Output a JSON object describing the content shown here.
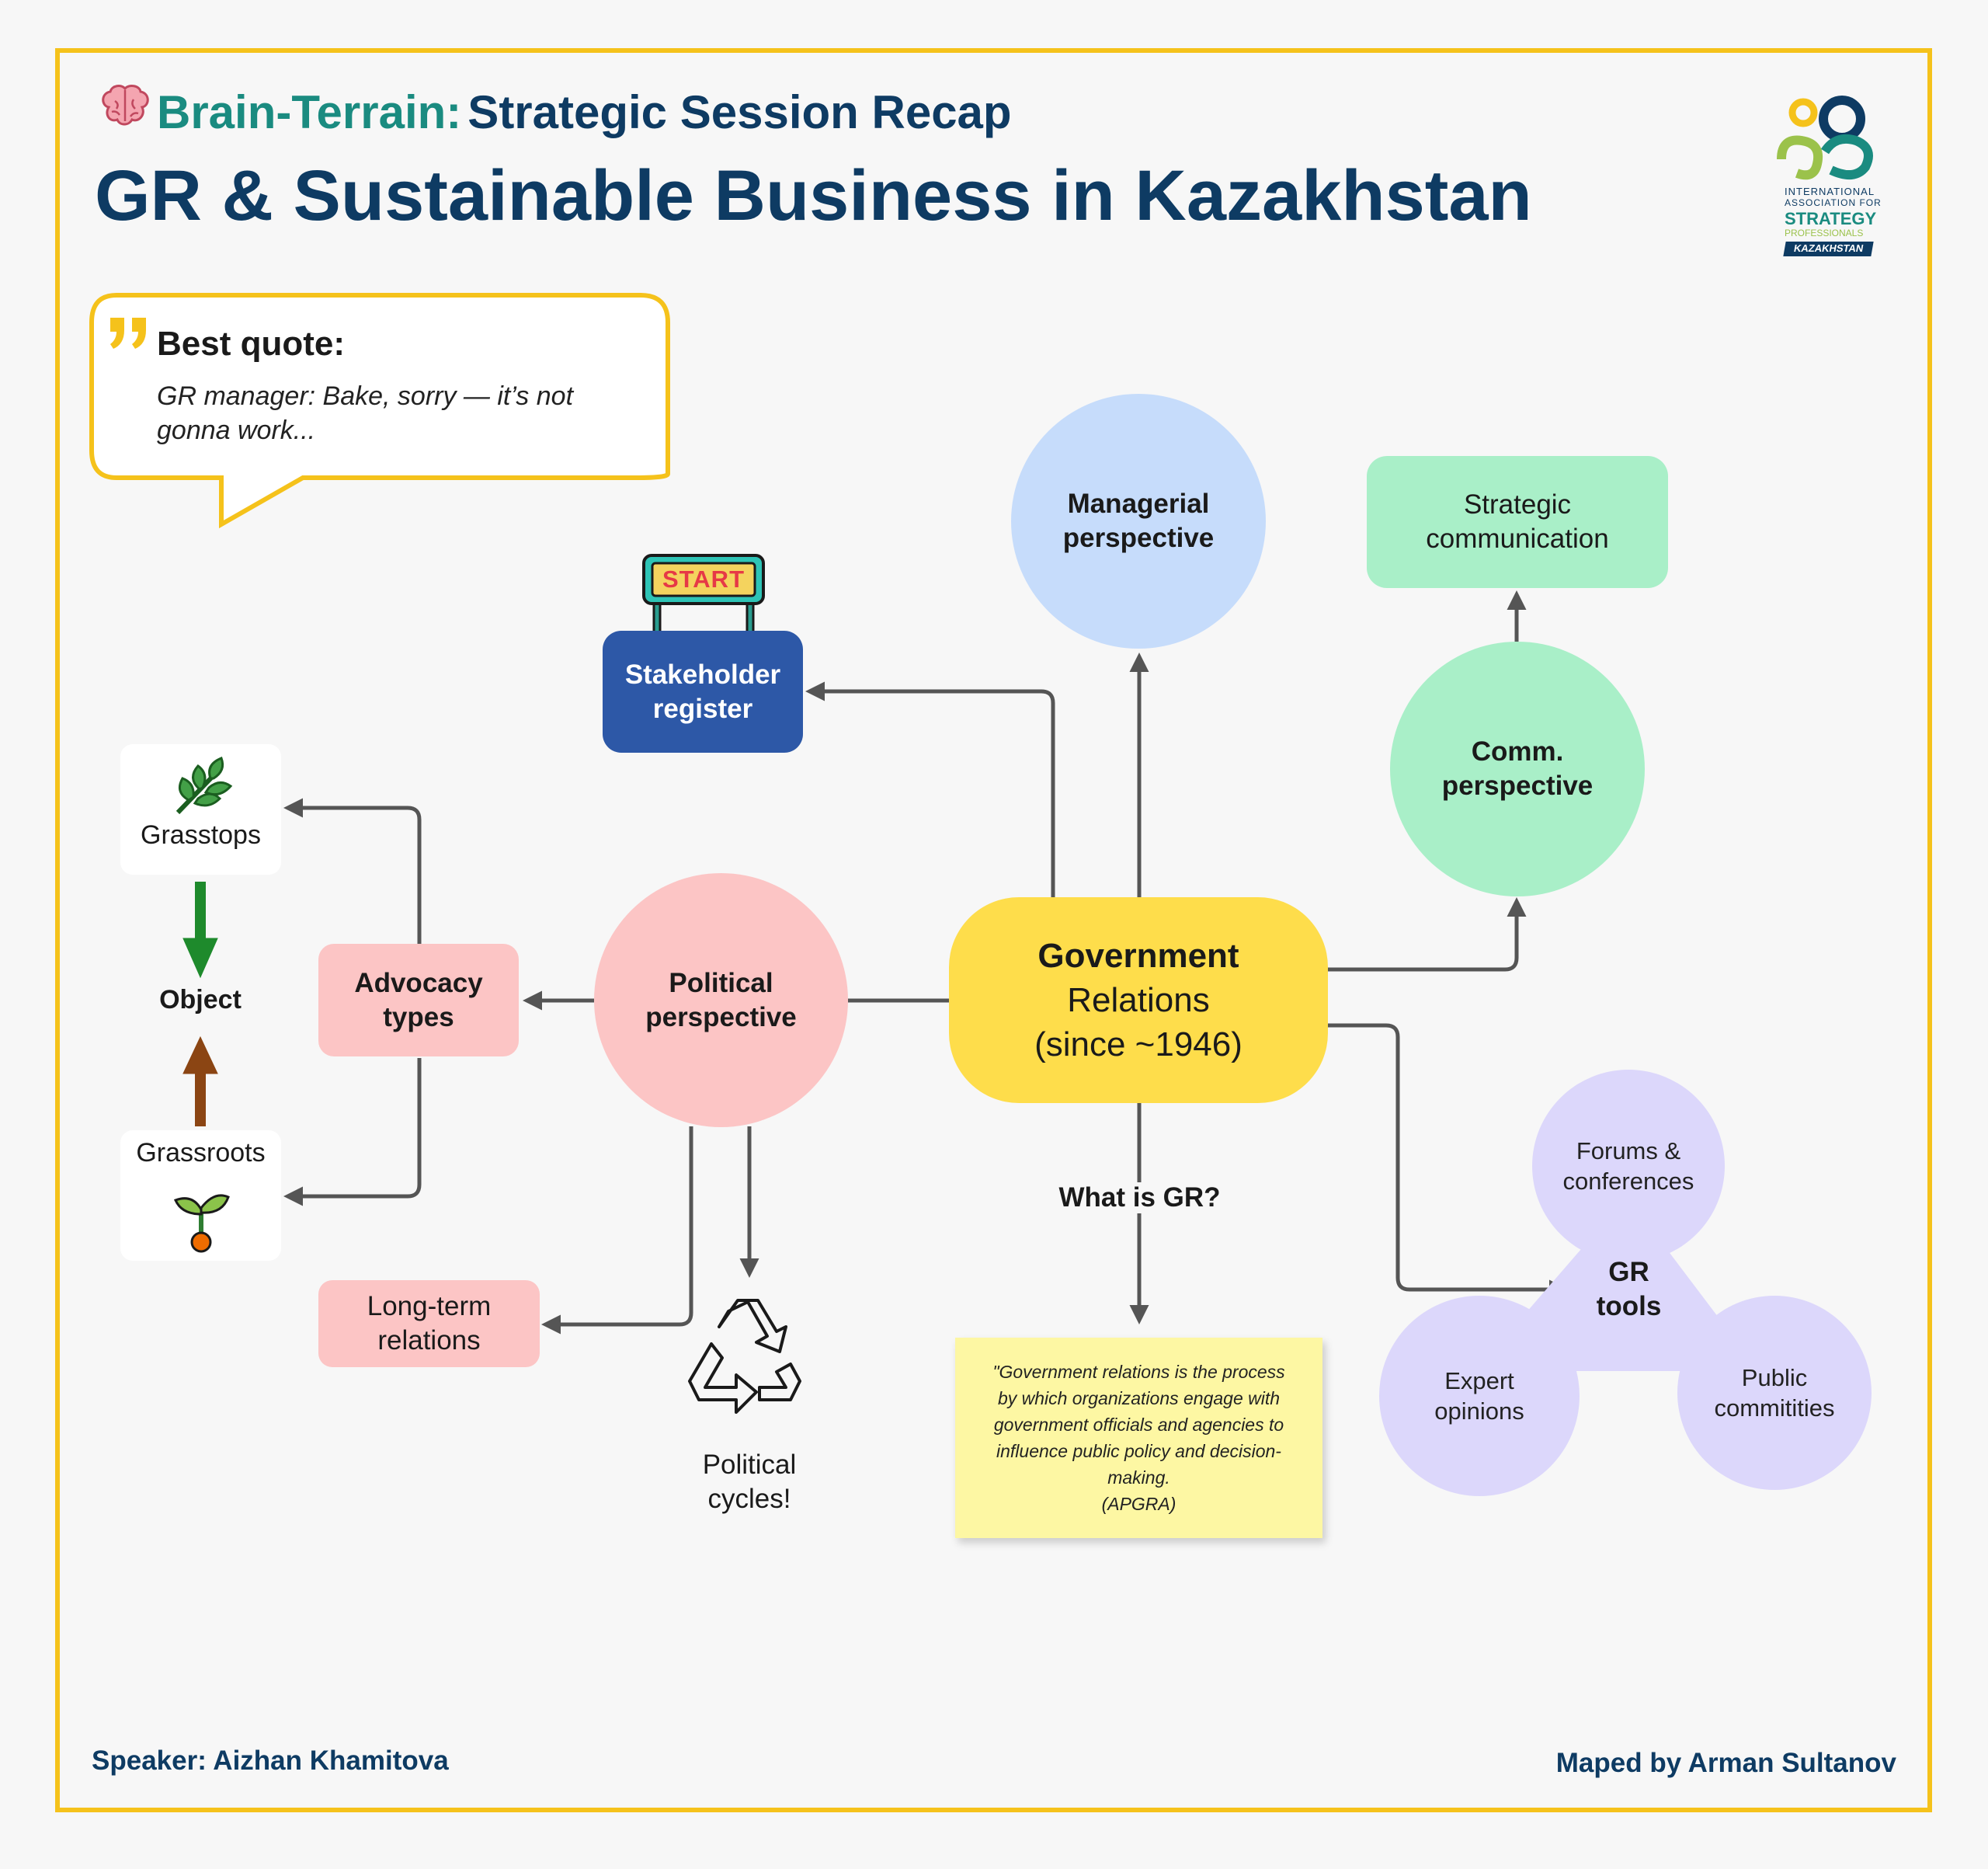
{
  "header": {
    "subtitle_prefix": "Brain-Terrain:",
    "subtitle_rest": "Strategic Session Recap",
    "title": "GR & Sustainable Business in Kazakhstan"
  },
  "logo": {
    "line1": "INTERNATIONAL",
    "line2": "ASSOCIATION FOR",
    "line3": "STRATEGY",
    "line4": "PROFESSIONALS",
    "line5": "KAZAKHSTAN"
  },
  "quote": {
    "heading": "Best quote:",
    "text_line1": "GR manager: Bake, sorry — it’s not",
    "text_line2": "gonna work..."
  },
  "center": {
    "line1": "Government",
    "line2": "Relations",
    "line3": "(since ~1946)"
  },
  "nodes": {
    "managerial_line1": "Managerial",
    "managerial_line2": "perspective",
    "strategic_line1": "Strategic",
    "strategic_line2": "communication",
    "comm_line1": "Comm.",
    "comm_line2": "perspective",
    "stakeholder_line1": "Stakeholder",
    "stakeholder_line2": "register",
    "start_sign": "START",
    "political_line1": "Political",
    "political_line2": "perspective",
    "advocacy_line1": "Advocacy",
    "advocacy_line2": "types",
    "grasstops": "Grasstops",
    "object": "Object",
    "grassroots": "Grassroots",
    "longterm_line1": "Long-term",
    "longterm_line2": "relations",
    "cycles_line1": "Political",
    "cycles_line2": "cycles!",
    "what_is_gr": "What is GR?",
    "gr_tools_line1": "GR",
    "gr_tools_line2": "tools",
    "forums_line1": "Forums &",
    "forums_line2": "conferences",
    "expert_line1": "Expert",
    "expert_line2": "opinions",
    "public_line1": "Public",
    "public_line2": "commitities"
  },
  "definition": {
    "line1": "\"Government relations is the process",
    "line2": "by which organizations engage with",
    "line3": "government officials and agencies to",
    "line4": "influence public policy and decision-",
    "line5": "making.",
    "source": "(APGRA)"
  },
  "footer": {
    "speaker": "Speaker: Aizhan Khamitova",
    "mapped_by": "Maped by Arman Sultanov"
  },
  "colors": {
    "frame": "#f5c21b",
    "navy": "#0e3b63",
    "teal": "#1a8b80",
    "center": "#fedd4b",
    "managerial": "#c6dcfb",
    "comm": "#a9efc8",
    "political": "#fcc5c5",
    "stakeholder": "#2d58a7",
    "tools": "#dcd7fb",
    "sticky": "#fdf7a3",
    "arrow": "#555555"
  }
}
